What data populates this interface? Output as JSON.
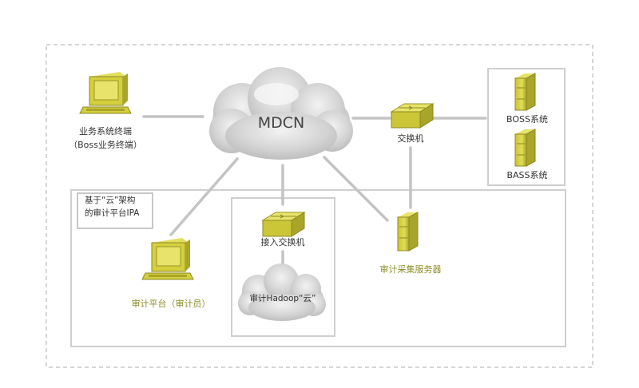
{
  "core_cloud": {
    "label": "MDCN"
  },
  "nodes": {
    "business_terminal": {
      "line1": "业务系统终端",
      "line2": "（Boss业务终端）"
    },
    "switch": {
      "label": "交换机"
    },
    "boss": {
      "label": "BOSS系统"
    },
    "bass": {
      "label": "BASS系统"
    },
    "platform_note": {
      "line1": "基于“云”架构",
      "line2": "的审计平台IPA"
    },
    "access_switch": {
      "label": "接入交换机"
    },
    "hadoop_cloud": {
      "label": "审计Hadoop“云”"
    },
    "audit_platform": {
      "label": "审计平台（审计员）"
    },
    "audit_server": {
      "label": "审计采集服务器"
    }
  },
  "colors": {
    "device_yellow": "#d4cf3c",
    "device_dark": "#9a9626",
    "label_olive": "#8e8f2a",
    "line_gray": "#c4c4c4",
    "cloud_gray": "#c6c6c6"
  }
}
